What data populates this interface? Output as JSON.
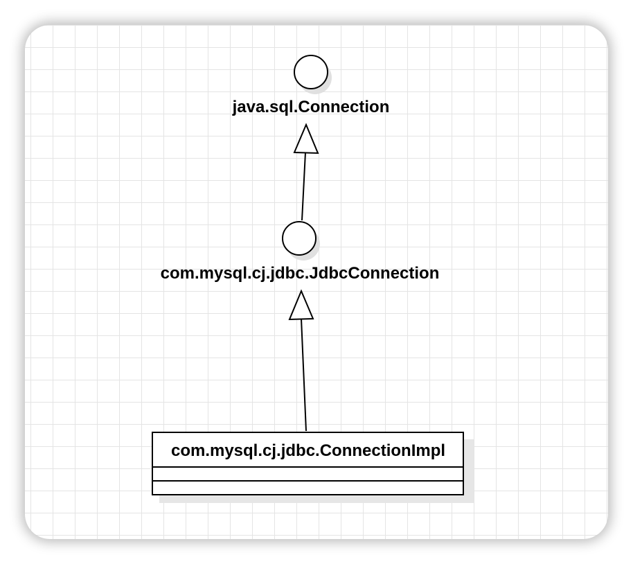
{
  "diagram": {
    "type": "uml-class-diagram",
    "interfaces": [
      {
        "id": "java-sql-connection",
        "name": "java.sql.Connection"
      },
      {
        "id": "jdbc-connection",
        "name": "com.mysql.cj.jdbc.JdbcConnection"
      }
    ],
    "classes": [
      {
        "id": "connection-impl",
        "name": "com.mysql.cj.jdbc.ConnectionImpl",
        "attributes": [],
        "methods": []
      }
    ],
    "relations": [
      {
        "from": "connection-impl",
        "to": "jdbc-connection",
        "kind": "realization"
      },
      {
        "from": "jdbc-connection",
        "to": "java-sql-connection",
        "kind": "generalization"
      }
    ]
  },
  "colors": {
    "background": "#ffffff",
    "grid": "#e4e4e4",
    "stroke": "#000000",
    "shadow": "#e0e0e0"
  }
}
